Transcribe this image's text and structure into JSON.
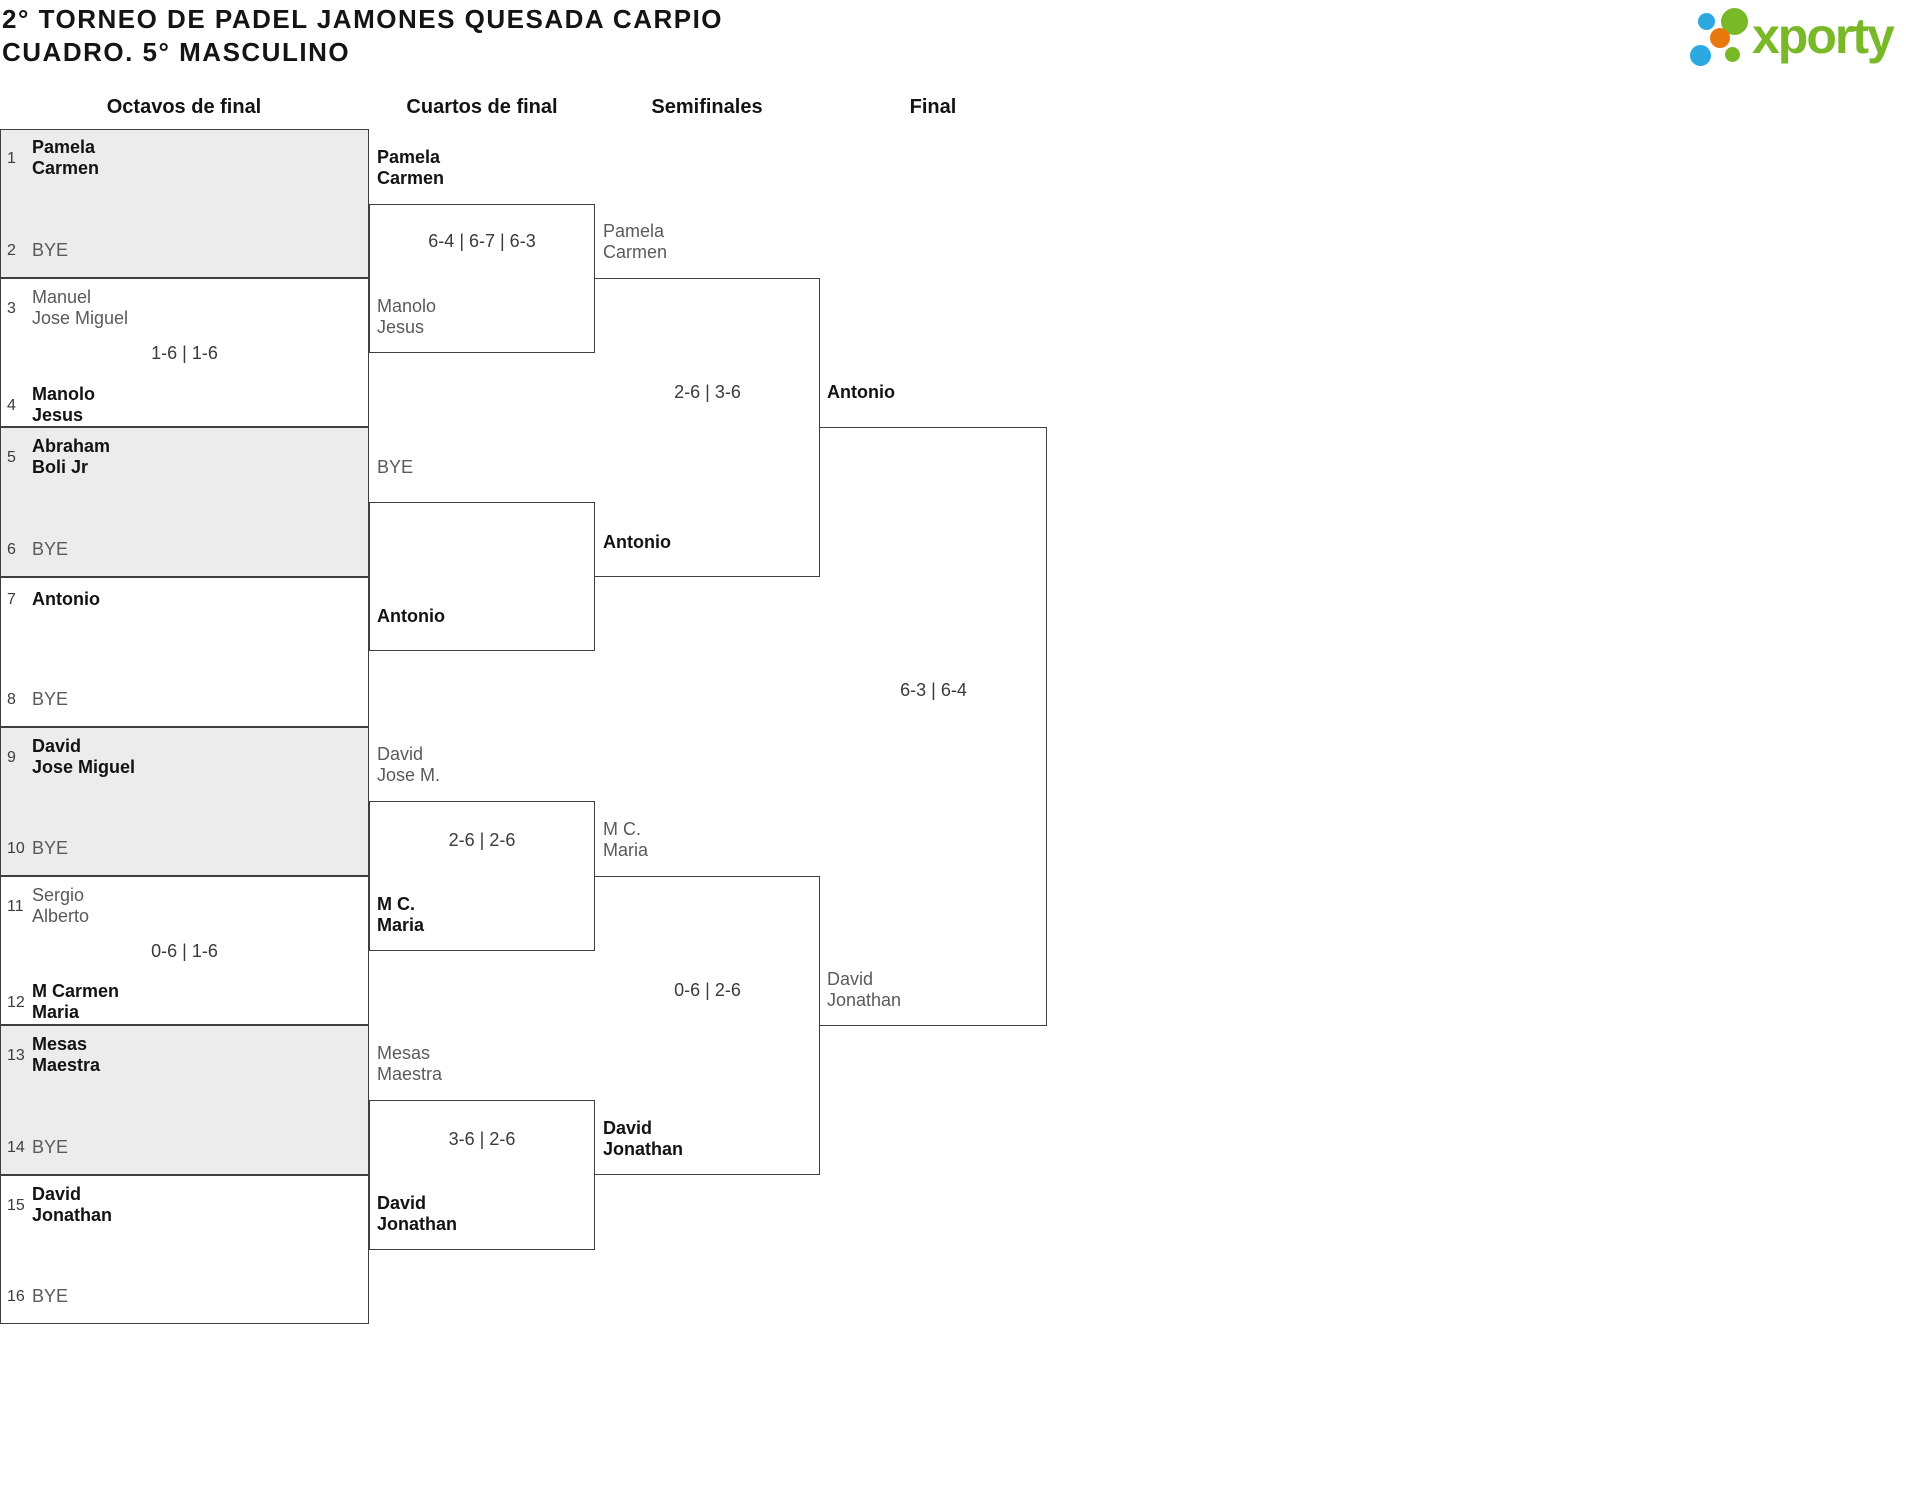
{
  "title": {
    "line1": "2° TORNEO DE PADEL JAMONES QUESADA CARPIO",
    "line2": "CUADRO. 5° MASCULINO"
  },
  "logo": {
    "text": "xporty"
  },
  "rounds": [
    "Octavos de final",
    "Cuartos de final",
    "Semifinales",
    "Final"
  ],
  "octavos": [
    {
      "seed_top": "1",
      "top": [
        "Pamela",
        "Carmen"
      ],
      "seed_bot": "2",
      "bot": [
        "BYE"
      ]
    },
    {
      "seed_top": "3",
      "top": [
        "Manuel",
        "Jose Miguel"
      ],
      "seed_bot": "4",
      "bot": [
        "Manolo",
        "Jesus"
      ],
      "score": "1-6 | 1-6"
    },
    {
      "seed_top": "5",
      "top": [
        "Abraham",
        "Boli Jr"
      ],
      "seed_bot": "6",
      "bot": [
        "BYE"
      ]
    },
    {
      "seed_top": "7",
      "top": [
        "Antonio"
      ],
      "seed_bot": "8",
      "bot": [
        "BYE"
      ]
    },
    {
      "seed_top": "9",
      "top": [
        "David",
        "Jose Miguel"
      ],
      "seed_bot": "10",
      "bot": [
        "BYE"
      ]
    },
    {
      "seed_top": "11",
      "top": [
        "Sergio",
        "Alberto"
      ],
      "seed_bot": "12",
      "bot": [
        "M Carmen",
        "Maria"
      ],
      "score": "0-6 | 1-6"
    },
    {
      "seed_top": "13",
      "top": [
        "Mesas",
        "Maestra"
      ],
      "seed_bot": "14",
      "bot": [
        "BYE"
      ]
    },
    {
      "seed_top": "15",
      "top": [
        "David",
        "Jonathan"
      ],
      "seed_bot": "16",
      "bot": [
        "BYE"
      ]
    }
  ],
  "cuartos": [
    {
      "top": [
        "Pamela",
        "Carmen"
      ],
      "score": "6-4 | 6-7 | 6-3",
      "bot": [
        "Manolo",
        "Jesus"
      ],
      "winner": [
        "Pamela",
        "Carmen"
      ]
    },
    {
      "top": [
        "BYE"
      ],
      "bot": [
        "Antonio"
      ],
      "winner": [
        "Antonio"
      ]
    },
    {
      "top": [
        "David",
        "Jose M."
      ],
      "score": "2-6 | 2-6",
      "bot": [
        "M C.",
        "Maria"
      ],
      "winner": [
        "M C.",
        "Maria"
      ]
    },
    {
      "top": [
        "Mesas",
        "Maestra"
      ],
      "score": "3-6 | 2-6",
      "bot": [
        "David",
        "Jonathan"
      ],
      "winner": [
        "David",
        "Jonathan"
      ]
    }
  ],
  "semifinales": [
    {
      "score": "2-6 | 3-6",
      "winner": [
        "Antonio"
      ]
    },
    {
      "score": "0-6 | 2-6",
      "winner": [
        "David",
        "Jonathan"
      ]
    }
  ],
  "final": {
    "score": "6-3 | 6-4"
  },
  "colors": {
    "accent_green": "#79b928",
    "accent_blue": "#2ca9e0",
    "accent_orange": "#e8790f",
    "line": "#3f3f3f",
    "bye_bg": "#ececec"
  }
}
